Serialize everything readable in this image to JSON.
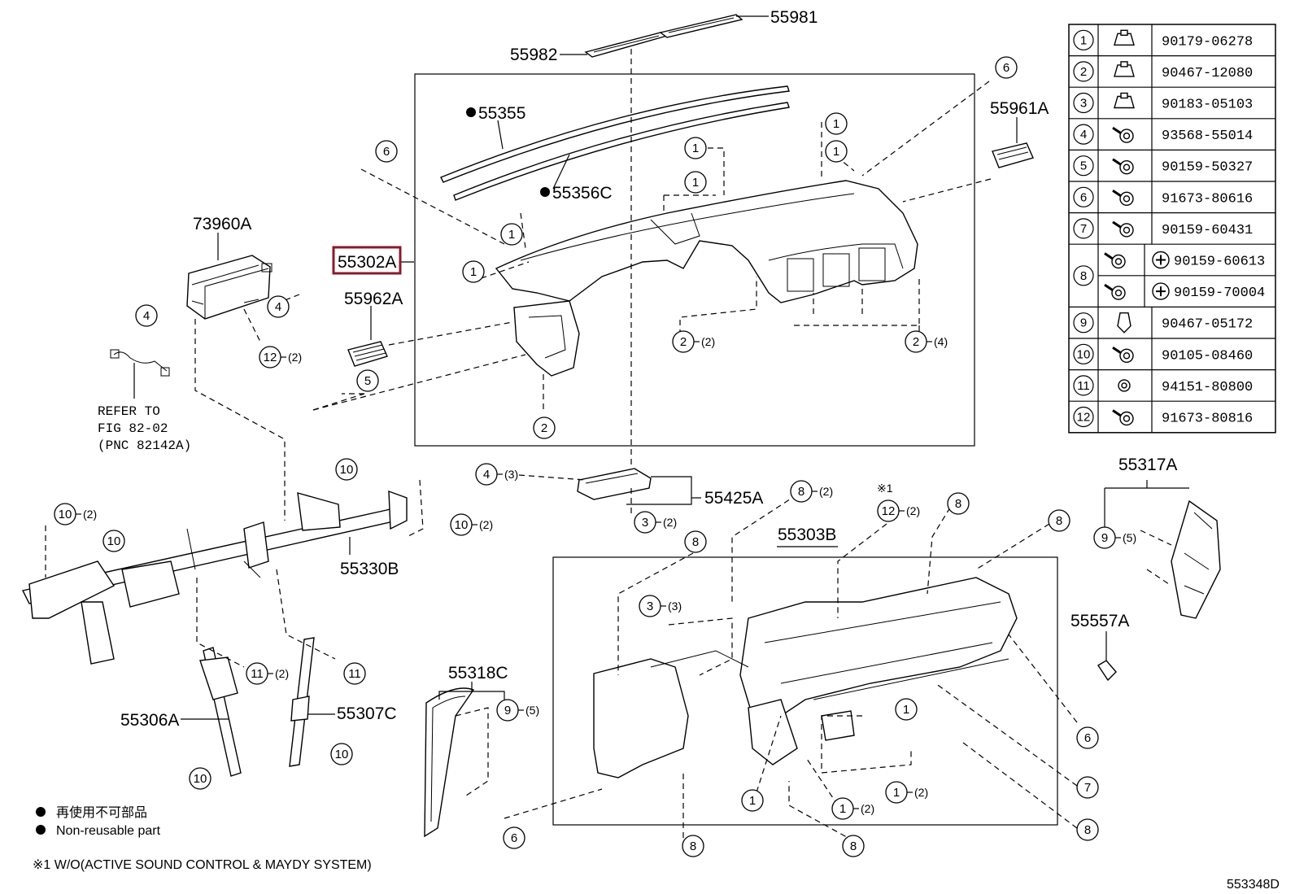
{
  "diagram_id": "553348D",
  "highlighted_part": "55302A",
  "parts": {
    "p55981": "55981",
    "p55982": "55982",
    "p55355": "55355",
    "p55356C": "55356C",
    "p73960A": "73960A",
    "p55302A": "55302A",
    "p55962A": "55962A",
    "p55961A": "55961A",
    "p55425A": "55425A",
    "p55330B": "55330B",
    "p55303B": "55303B",
    "p55317A": "55317A",
    "p55557A": "55557A",
    "p55318C": "55318C",
    "p55306A": "55306A",
    "p55307C": "55307C"
  },
  "callouts": {
    "qty2": "(2)",
    "qty3": "(3)",
    "qty4": "(4)",
    "qty5": "(5)",
    "note1_mark": "※1"
  },
  "refer": {
    "line1": "REFER TO",
    "line2": "FIG 82-02",
    "line3": "(PNC 82142A)"
  },
  "legend": {
    "jp": "再使用不可部品",
    "en": "Non-reusable part",
    "footnote": "※1 W/O(ACTIVE SOUND CONTROL & MAYDY SYSTEM)"
  },
  "fastener_table": [
    {
      "no": "1",
      "part": "90179-06278"
    },
    {
      "no": "2",
      "part": "90467-12080"
    },
    {
      "no": "3",
      "part": "90183-05103"
    },
    {
      "no": "4",
      "part": "93568-55014"
    },
    {
      "no": "5",
      "part": "90159-50327"
    },
    {
      "no": "6",
      "part": "91673-80616"
    },
    {
      "no": "7",
      "part": "90159-60431"
    },
    {
      "no": "8",
      "part": "90159-60613",
      "part2": "90159-70004"
    },
    {
      "no": "9",
      "part": "90467-05172"
    },
    {
      "no": "10",
      "part": "90105-08460"
    },
    {
      "no": "11",
      "part": "94151-80800"
    },
    {
      "no": "12",
      "part": "91673-80816"
    }
  ]
}
